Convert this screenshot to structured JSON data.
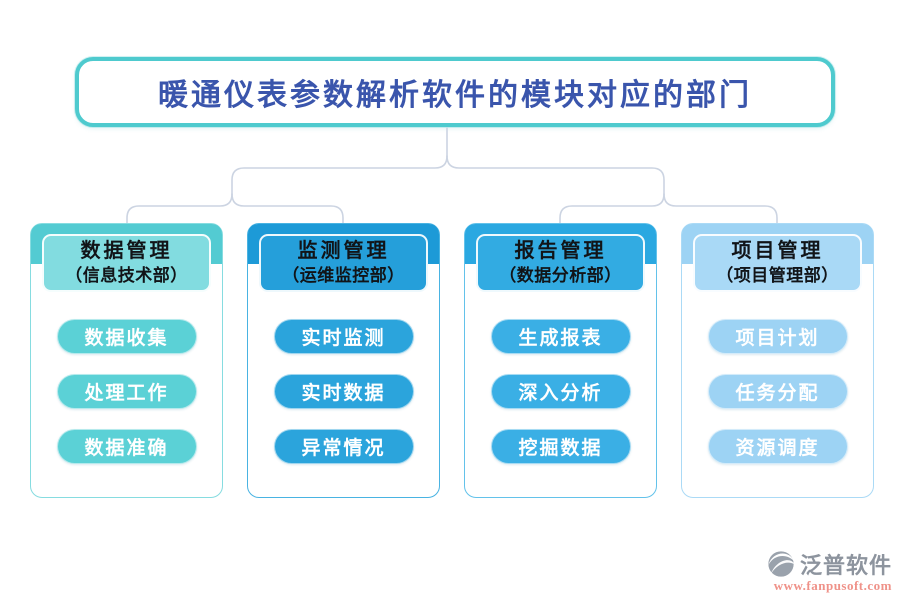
{
  "title": {
    "text": "暖通仪表参数解析软件的模块对应的部门"
  },
  "columns": [
    {
      "name": "数据管理",
      "dept": "（信息技术部）",
      "items": [
        "数据收集",
        "处理工作",
        "数据准确"
      ],
      "colors": {
        "band": "#53cbd2",
        "inner": "#82dce0",
        "pill": "#5bd1d6",
        "border": "#86dce0"
      }
    },
    {
      "name": "监测管理",
      "dept": "（运维监控部）",
      "items": [
        "实时监测",
        "实时数据",
        "异常情况"
      ],
      "colors": {
        "band": "#1d9ad7",
        "inner": "#259fda",
        "pill": "#2ba4dc",
        "border": "#49b3e2"
      }
    },
    {
      "name": "报告管理",
      "dept": "（数据分析部）",
      "items": [
        "生成报表",
        "深入分析",
        "挖掘数据"
      ],
      "colors": {
        "band": "#2aa8e1",
        "inner": "#32abe2",
        "pill": "#3aafe5",
        "border": "#63c2ea"
      }
    },
    {
      "name": "项目管理",
      "dept": "（项目管理部）",
      "items": [
        "项目计划",
        "任务分配",
        "资源调度"
      ],
      "colors": {
        "band": "#9dd3f4",
        "inner": "#a9d9f6",
        "pill": "#9dd3f4",
        "border": "#abdaf6"
      }
    }
  ],
  "footer": {
    "icon": "fanpu-swirl-logo",
    "brand": "泛普软件",
    "url": "www.fanpusoft.com",
    "brand_color": "#8d949e",
    "url_color": "#ef9289"
  },
  "theme": {
    "title_border": "#4ecace",
    "title_text_color": "#3a55ac",
    "connector_color": "#ccd4e2"
  }
}
